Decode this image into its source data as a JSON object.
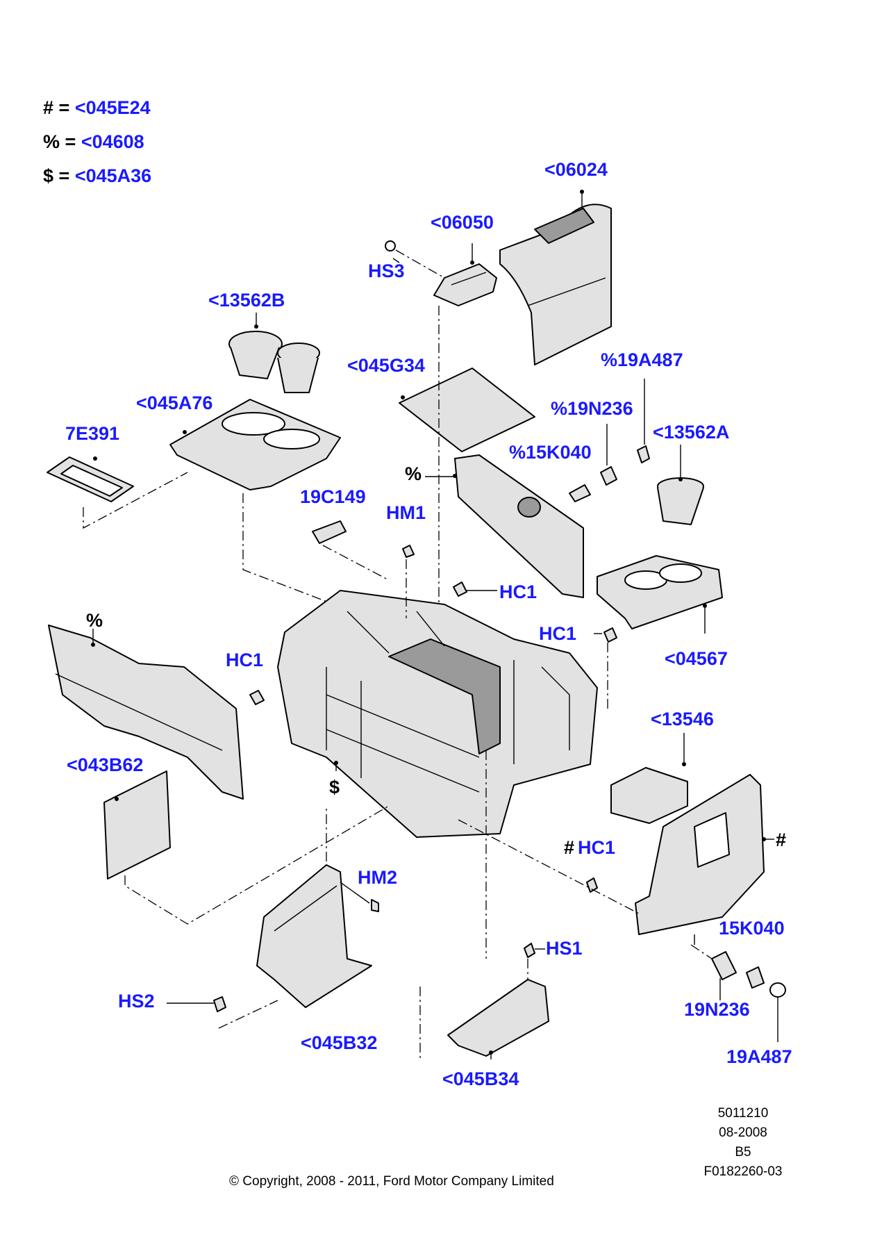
{
  "legend": [
    {
      "symbol": "#",
      "eq": "=",
      "code": "<045E24"
    },
    {
      "symbol": "%",
      "eq": "=",
      "code": "<04608"
    },
    {
      "symbol": "$",
      "eq": "=",
      "code": "<045A36"
    }
  ],
  "callouts": {
    "c06024": "<06024",
    "c06050": "<06050",
    "hs3": "HS3",
    "c13562b": "<13562B",
    "c045g34": "<045G34",
    "c19a487_pct": "%19A487",
    "c19n236_pct": "%19N236",
    "c13562a": "<13562A",
    "c045a76": "<045A76",
    "c7e391": "7E391",
    "c15k040_pct": "%15K040",
    "pct_mark": "%",
    "c19c149": "19C149",
    "hm1": "HM1",
    "hc1_a": "HC1",
    "hc1_b": "HC1",
    "c04567": "<04567",
    "pct_mark_2": "%",
    "hc1_c": "HC1",
    "c13546": "<13546",
    "c043b62": "<043B62",
    "dollar_mark": "$",
    "hc1_hash_prefix": "#",
    "hc1_hash": "HC1",
    "hash_mark": "#",
    "hm2": "HM2",
    "c15k040": "15K040",
    "hs1": "HS1",
    "hs2": "HS2",
    "c045b32": "<045B32",
    "c19n236": "19N236",
    "c045b34": "<045B34",
    "c19a487": "19A487"
  },
  "footer": {
    "code1": "5011210",
    "date": "08-2008",
    "rev": "B5",
    "ref": "F0182260-03",
    "copyright": "© Copyright, 2008 - 2011, Ford Motor Company Limited"
  },
  "colors": {
    "callout": "#1a1aff",
    "line": "#000000",
    "part_fill": "#dcdcdc",
    "part_fill_dark": "#8a8a8a"
  }
}
